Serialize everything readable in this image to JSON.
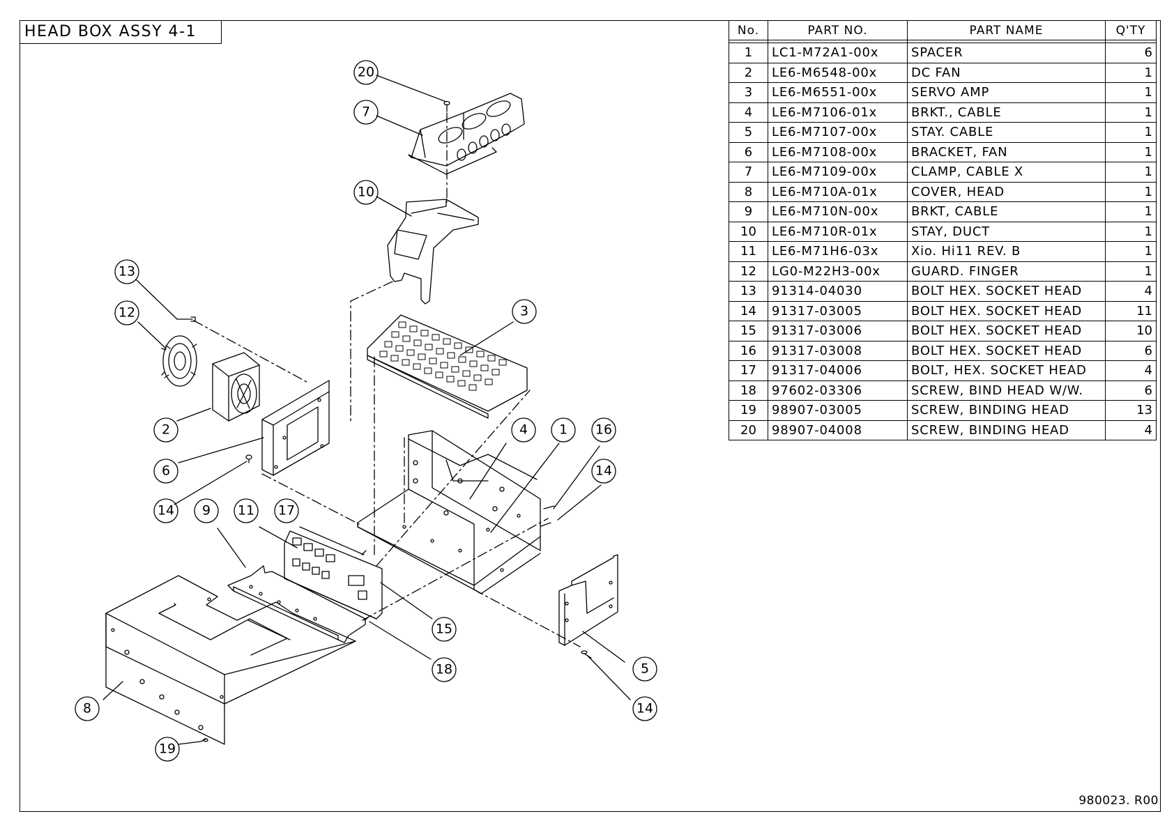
{
  "title": "HEAD BOX ASSY 4-1",
  "doc_number": "980023. R00",
  "table": {
    "headers": {
      "no": "No.",
      "part_no": "PART NO.",
      "part_name": "PART NAME",
      "qty": "Q'TY"
    },
    "rows": [
      {
        "no": "1",
        "part_no": "LC1-M72A1-00x",
        "part_name": "SPACER",
        "qty": "6"
      },
      {
        "no": "2",
        "part_no": "LE6-M6548-00x",
        "part_name": "DC FAN",
        "qty": "1"
      },
      {
        "no": "3",
        "part_no": "LE6-M6551-00x",
        "part_name": "SERVO AMP",
        "qty": "1"
      },
      {
        "no": "4",
        "part_no": "LE6-M7106-01x",
        "part_name": "BRKT., CABLE",
        "qty": "1"
      },
      {
        "no": "5",
        "part_no": "LE6-M7107-00x",
        "part_name": "STAY. CABLE",
        "qty": "1"
      },
      {
        "no": "6",
        "part_no": "LE6-M7108-00x",
        "part_name": "BRACKET, FAN",
        "qty": "1"
      },
      {
        "no": "7",
        "part_no": "LE6-M7109-00x",
        "part_name": "CLAMP, CABLE X",
        "qty": "1"
      },
      {
        "no": "8",
        "part_no": "LE6-M710A-01x",
        "part_name": "COVER, HEAD",
        "qty": "1"
      },
      {
        "no": "9",
        "part_no": "LE6-M710N-00x",
        "part_name": "BRKT, CABLE",
        "qty": "1"
      },
      {
        "no": "10",
        "part_no": "LE6-M710R-01x",
        "part_name": "STAY, DUCT",
        "qty": "1"
      },
      {
        "no": "11",
        "part_no": "LE6-M71H6-03x",
        "part_name": "Xio. Hi11 REV. B",
        "qty": "1"
      },
      {
        "no": "12",
        "part_no": "LG0-M22H3-00x",
        "part_name": "GUARD. FINGER",
        "qty": "1"
      },
      {
        "no": "13",
        "part_no": "91314-04030",
        "part_name": "BOLT HEX. SOCKET HEAD",
        "qty": "4"
      },
      {
        "no": "14",
        "part_no": "91317-03005",
        "part_name": "BOLT HEX. SOCKET HEAD",
        "qty": "11"
      },
      {
        "no": "15",
        "part_no": "91317-03006",
        "part_name": "BOLT HEX. SOCKET HEAD",
        "qty": "10"
      },
      {
        "no": "16",
        "part_no": "91317-03008",
        "part_name": "BOLT HEX. SOCKET HEAD",
        "qty": "6"
      },
      {
        "no": "17",
        "part_no": "91317-04006",
        "part_name": "BOLT, HEX. SOCKET HEAD",
        "qty": "4"
      },
      {
        "no": "18",
        "part_no": "97602-03306",
        "part_name": "SCREW, BIND HEAD W/W.",
        "qty": "6"
      },
      {
        "no": "19",
        "part_no": "98907-03005",
        "part_name": "SCREW, BINDING HEAD",
        "qty": "13"
      },
      {
        "no": "20",
        "part_no": "98907-04008",
        "part_name": "SCREW, BINDING HEAD",
        "qty": "4"
      }
    ]
  },
  "callouts": {
    "c20": "20",
    "c7": "7",
    "c10": "10",
    "c13": "13",
    "c12": "12",
    "c3": "3",
    "c2": "2",
    "c6": "6",
    "c4": "4",
    "c1": "1",
    "c16": "16",
    "c14a": "14",
    "c14b": "14",
    "c9": "9",
    "c11": "11",
    "c17": "17",
    "c15": "15",
    "c18": "18",
    "c8": "8",
    "c5": "5",
    "c14c": "14",
    "c19": "19"
  }
}
